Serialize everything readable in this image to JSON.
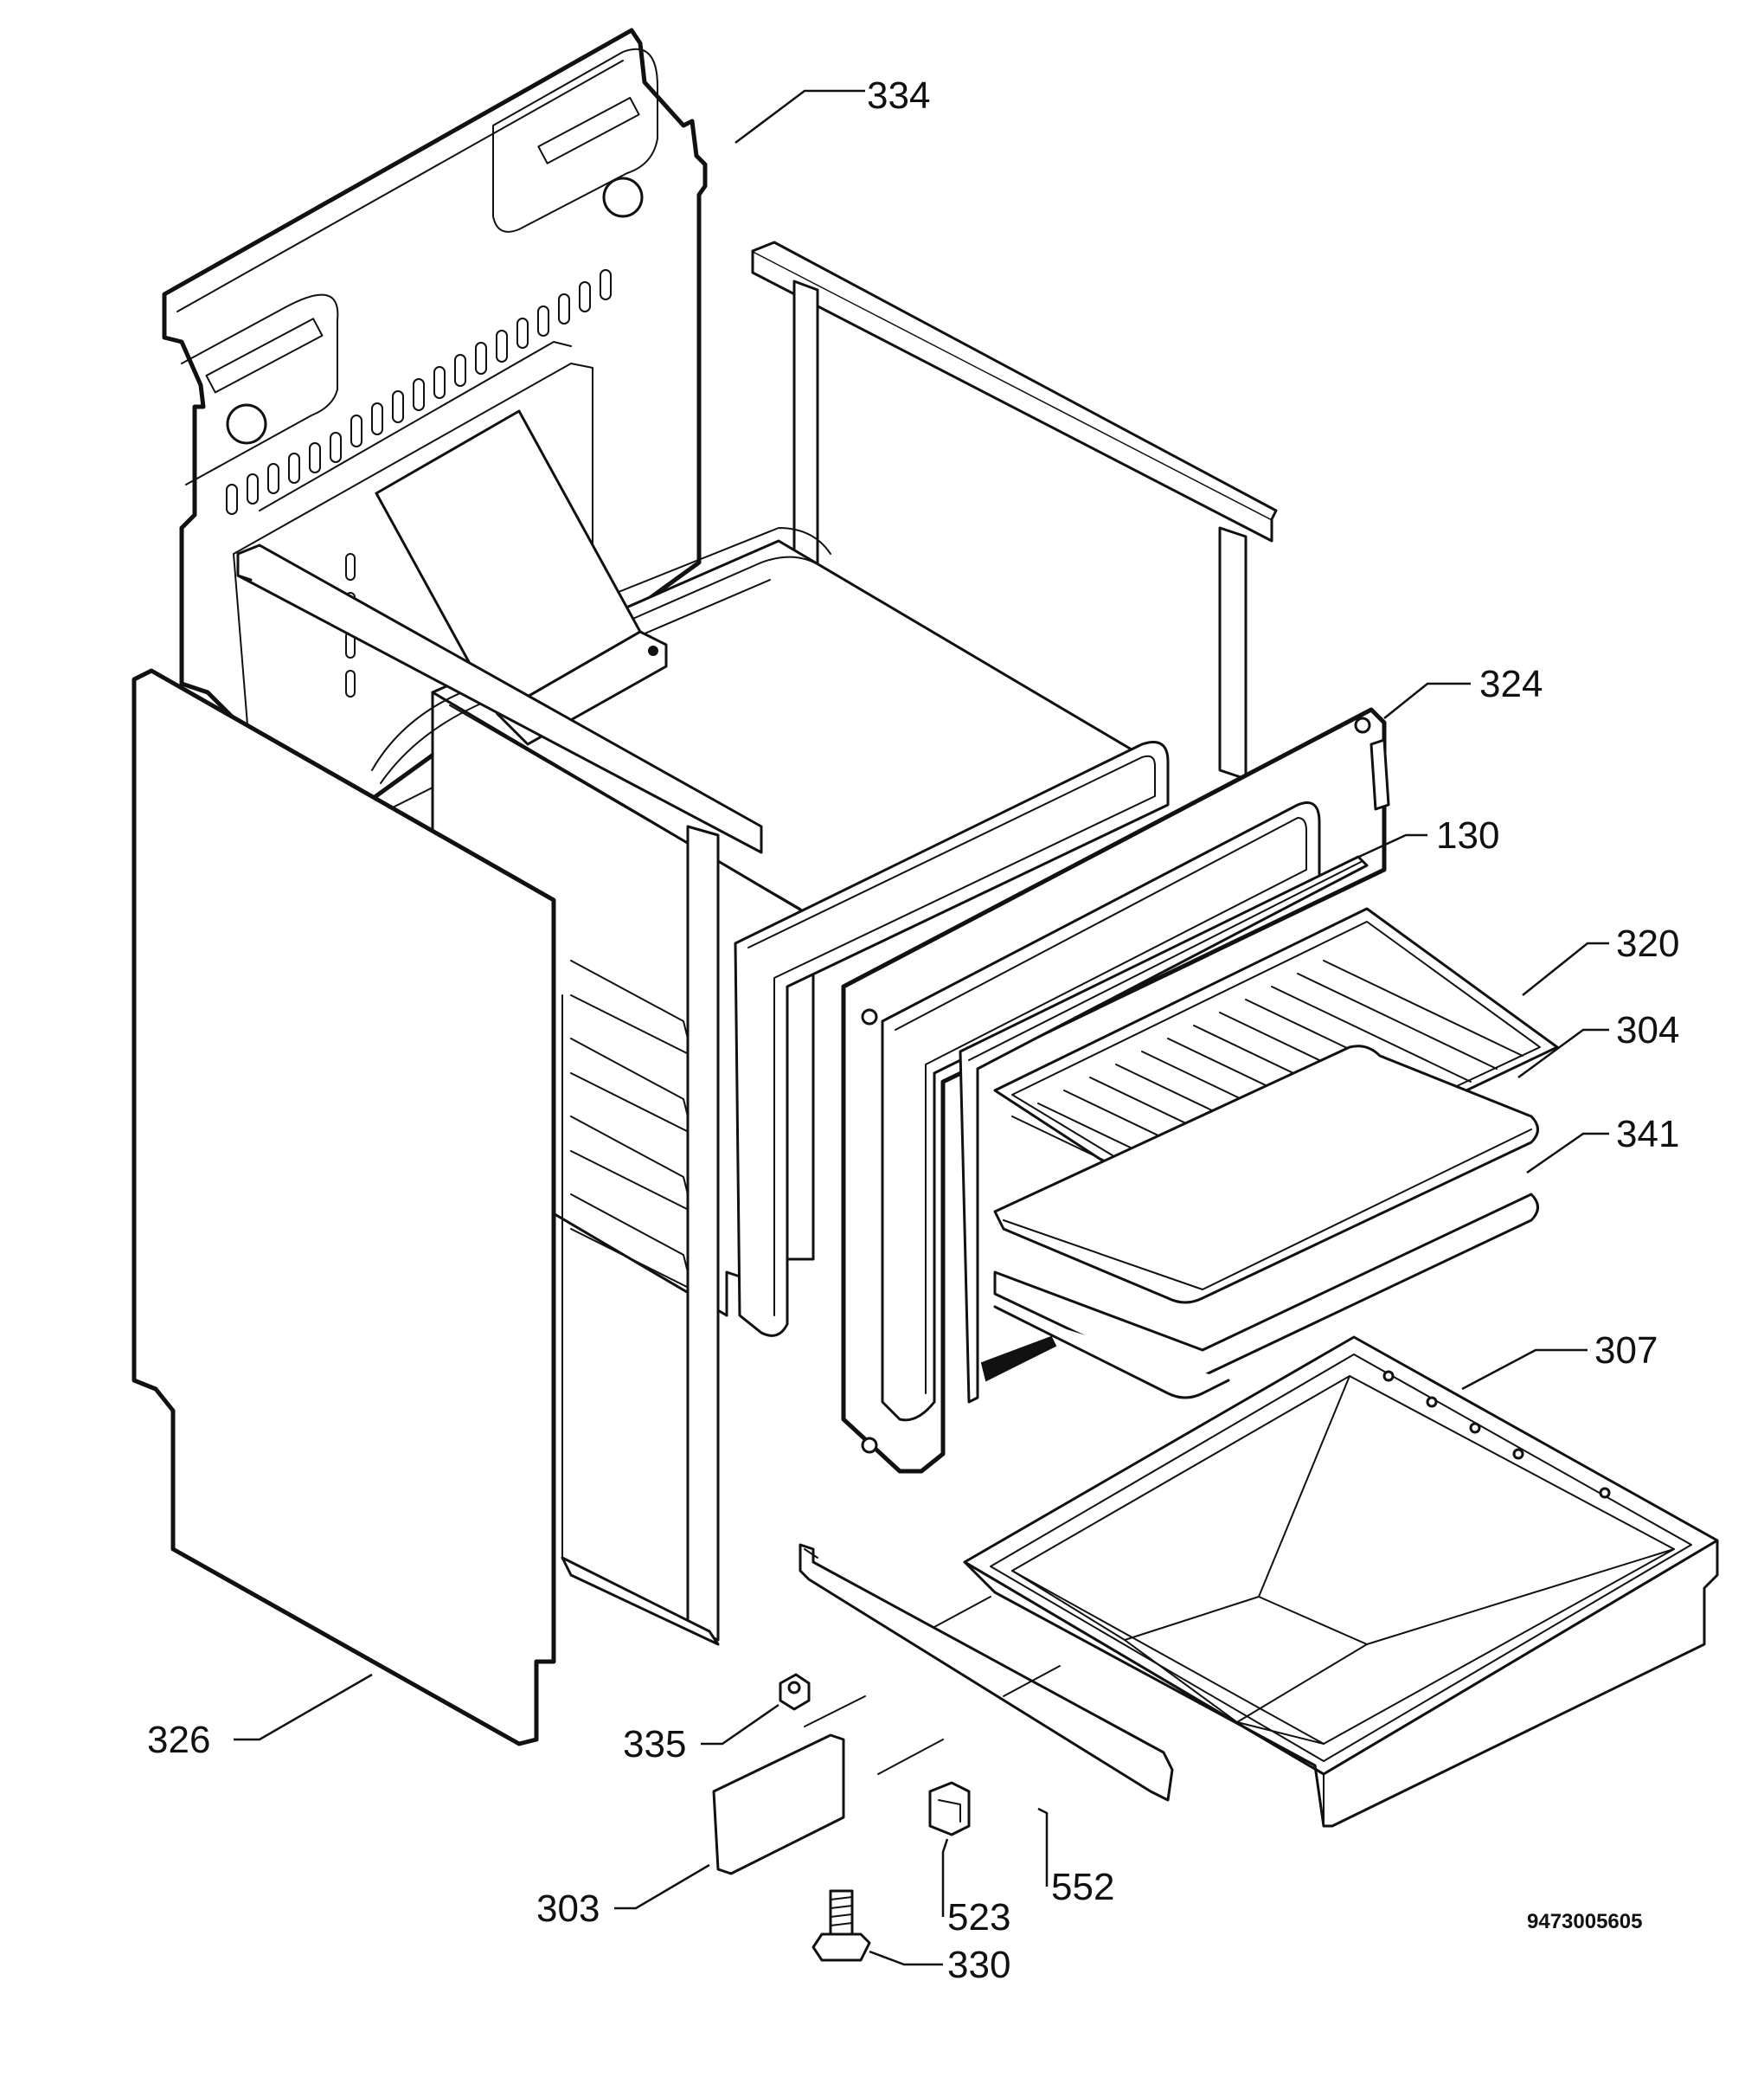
{
  "diagram": {
    "drawing_number": "9473005605",
    "callouts": [
      {
        "id": "334",
        "label": "334"
      },
      {
        "id": "324",
        "label": "324"
      },
      {
        "id": "130",
        "label": "130"
      },
      {
        "id": "320",
        "label": "320"
      },
      {
        "id": "304",
        "label": "304"
      },
      {
        "id": "341",
        "label": "341"
      },
      {
        "id": "307",
        "label": "307"
      },
      {
        "id": "326",
        "label": "326"
      },
      {
        "id": "335",
        "label": "335"
      },
      {
        "id": "303",
        "label": "303"
      },
      {
        "id": "523",
        "label": "523"
      },
      {
        "id": "552",
        "label": "552"
      },
      {
        "id": "330",
        "label": "330"
      }
    ]
  }
}
